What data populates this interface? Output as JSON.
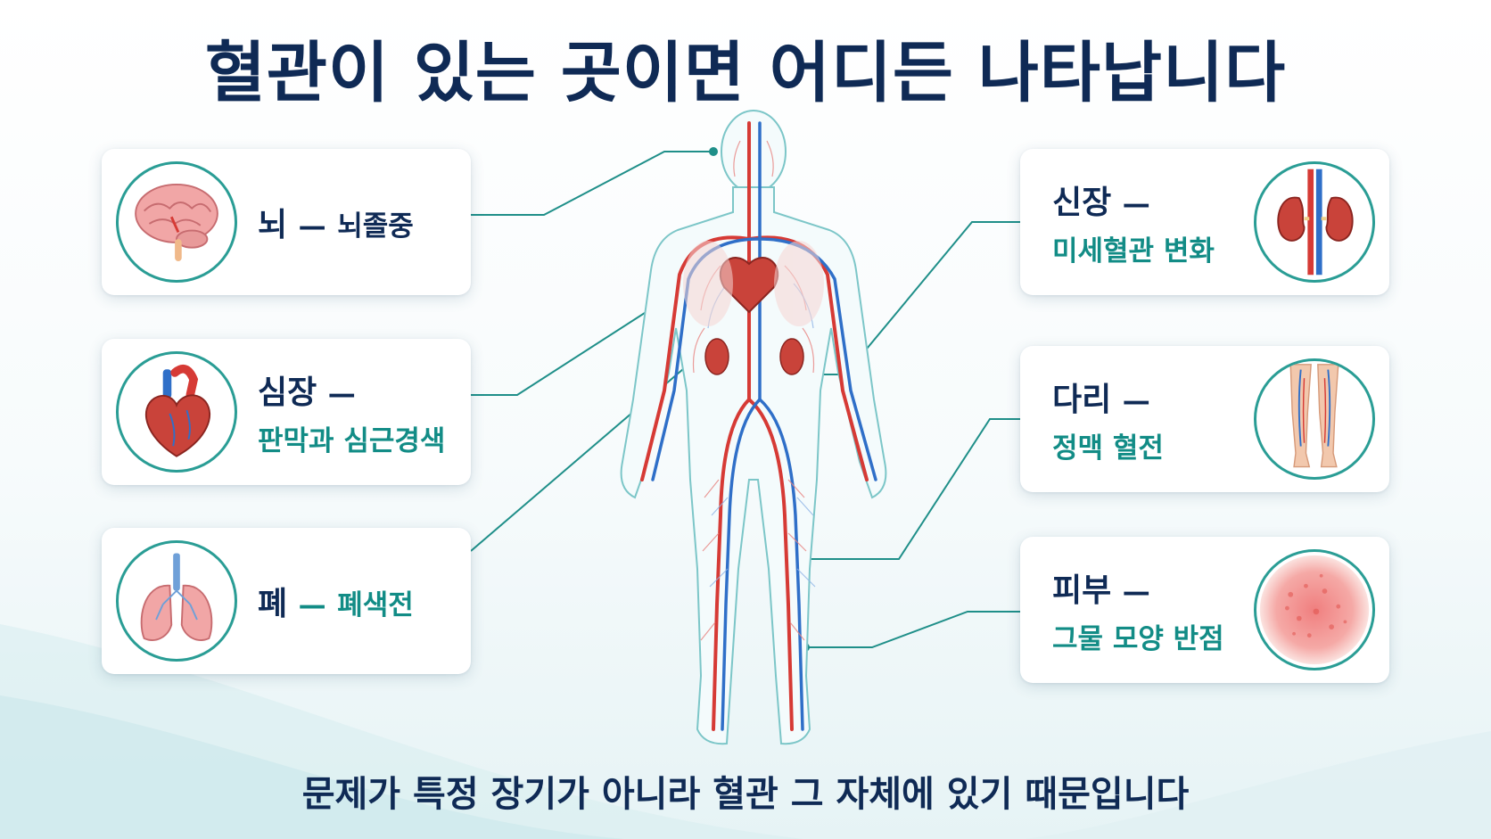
{
  "title": "혈관이 있는 곳이면 어디든 나타납니다",
  "cards": {
    "brain": {
      "name": "뇌",
      "dash": "—",
      "detail": "뇌졸중",
      "icon": "brain-icon"
    },
    "heart": {
      "name": "심장",
      "dash": "—",
      "detail": "판막과 심근경색",
      "icon": "heart-icon"
    },
    "lung": {
      "name": "폐",
      "dash": "—",
      "detail": "폐색전",
      "icon": "lungs-icon"
    },
    "kidney": {
      "name": "신장",
      "dash": "—",
      "detail": "미세혈관 변화",
      "icon": "kidneys-icon"
    },
    "leg": {
      "name": "다리",
      "dash": "—",
      "detail": "정맥 혈전",
      "icon": "legs-icon"
    },
    "skin": {
      "name": "피부",
      "dash": "—",
      "detail": "그물 모양 반점",
      "icon": "skin-rash-icon"
    }
  },
  "footer": "문제가 특정 장기가 아니라 혈관 그 자체에 있기 때문입니다",
  "colors": {
    "title": "#0f2a55",
    "accent": "#128c86",
    "ring": "#2a9d95",
    "artery": "#d63a35",
    "vein": "#2f6fc8"
  }
}
